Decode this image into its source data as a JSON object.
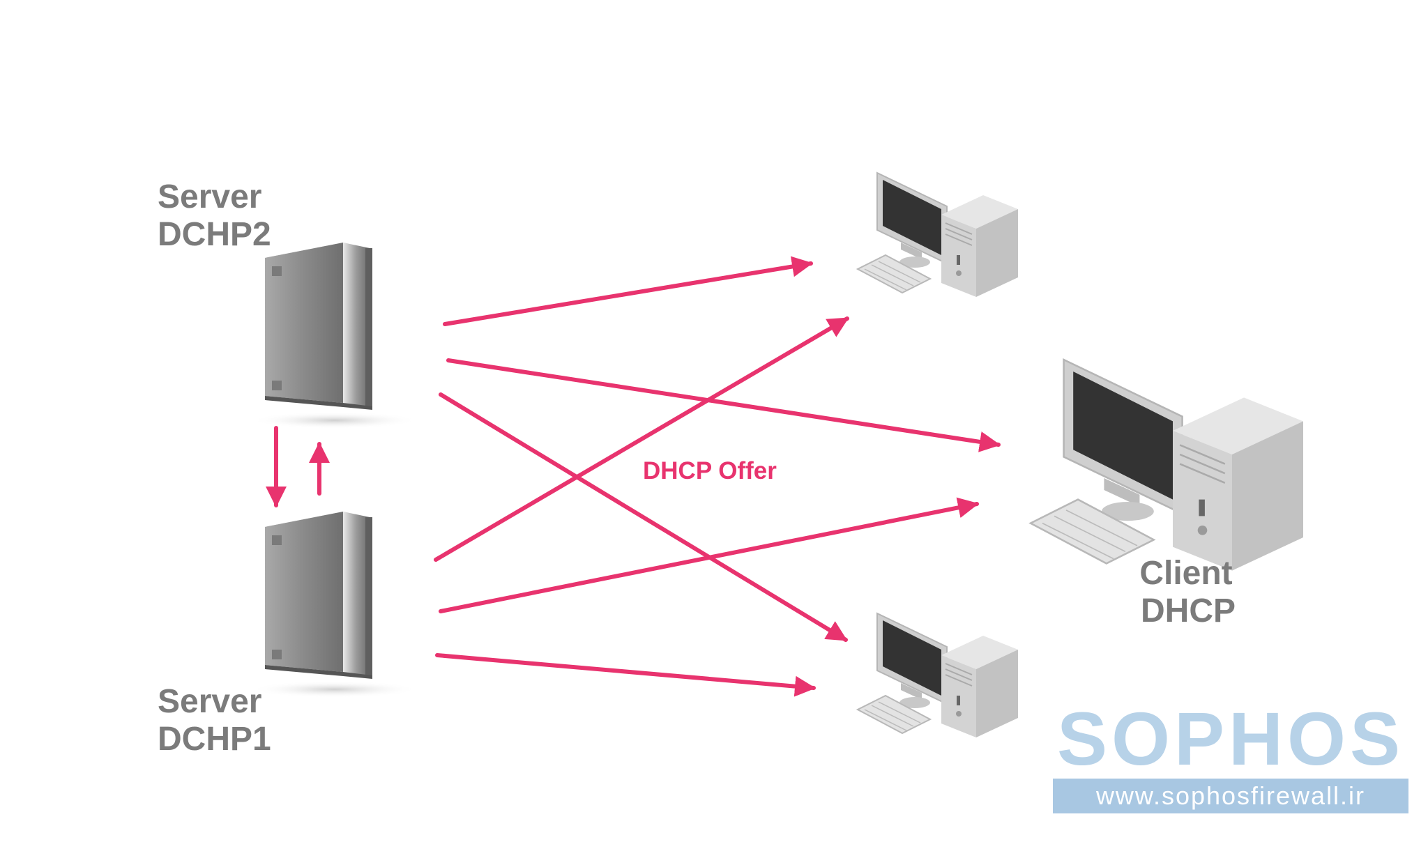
{
  "labels": {
    "server_top_line1": "Server",
    "server_top_line2": "DCHP2",
    "server_bottom_line1": "Server",
    "server_bottom_line2": "DCHP1",
    "client_line1": "Client",
    "client_line2": "DHCP",
    "message": "DHCP Offer"
  },
  "brand": {
    "name": "SOPHOS",
    "url": "www.sophosfirewall.ir"
  },
  "colors": {
    "arrow": "#e8336e",
    "label_text": "#7b7b7b",
    "brand_light": "#b7d2e8",
    "brand_band": "#a8c7e2"
  }
}
